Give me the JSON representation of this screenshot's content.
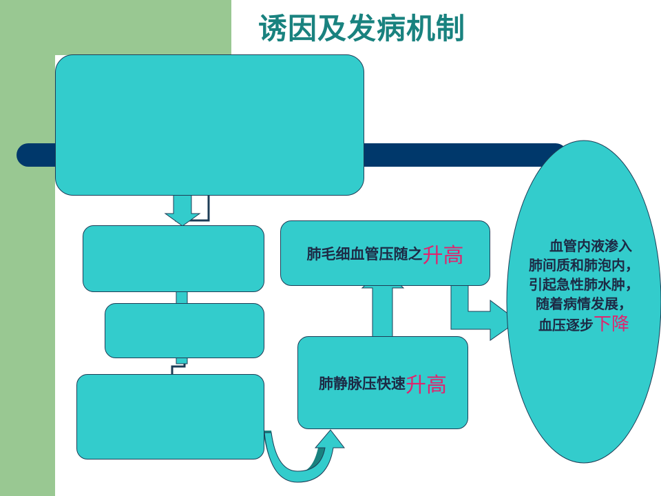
{
  "slide": {
    "title": "诱因及发病机制"
  },
  "diagram": {
    "box_capillary": {
      "text": "肺毛细血管压随之",
      "accent": "升高"
    },
    "box_venous": {
      "text": "肺静脉压快速",
      "accent": "升高"
    },
    "ellipse": {
      "lines": [
        "血管内液渗入",
        "肺间质和肺泡内，",
        "引起急性肺水肿，",
        "随着病情发展，"
      ],
      "last_text": "血压逐步",
      "last_accent": "下降"
    }
  },
  "colors": {
    "teal_fill": "#33cccc",
    "navy_band": "#00386b",
    "green_bar": "#99c892",
    "title": "#19827f",
    "accent": "#e0246e"
  }
}
